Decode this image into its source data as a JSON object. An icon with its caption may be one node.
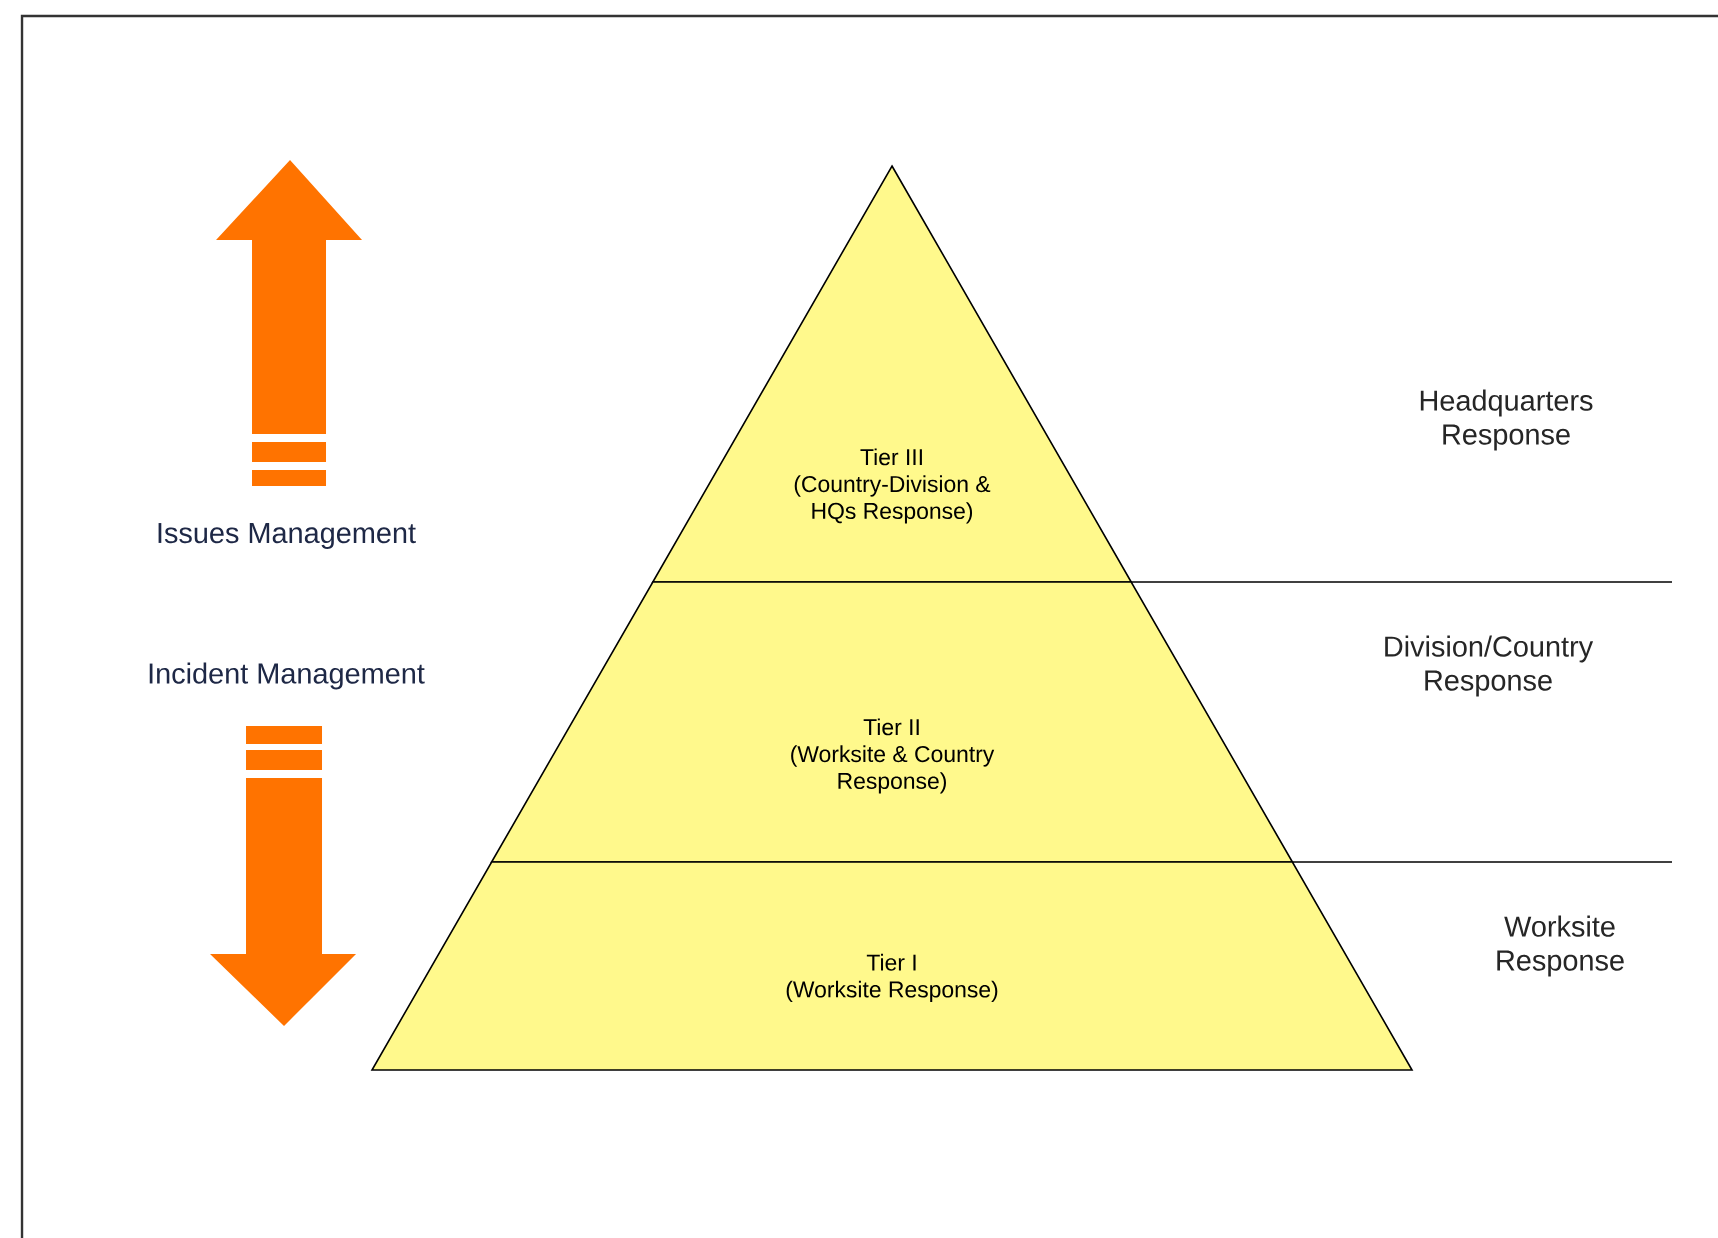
{
  "diagram": {
    "nodes": [
      {
        "text": [
          "Tier III (Country-Division & HQs Response)"
        ]
      },
      {
        "text": [
          "Tier II (Worksite & Country Response)"
        ]
      },
      {
        "text": [
          "Tier I (Worksite Response)"
        ]
      }
    ],
    "labels": [
      "Headquarters Response",
      "Issues Management",
      "Division/Country Response",
      "Incident Management",
      "Worksite Response"
    ]
  }
}
